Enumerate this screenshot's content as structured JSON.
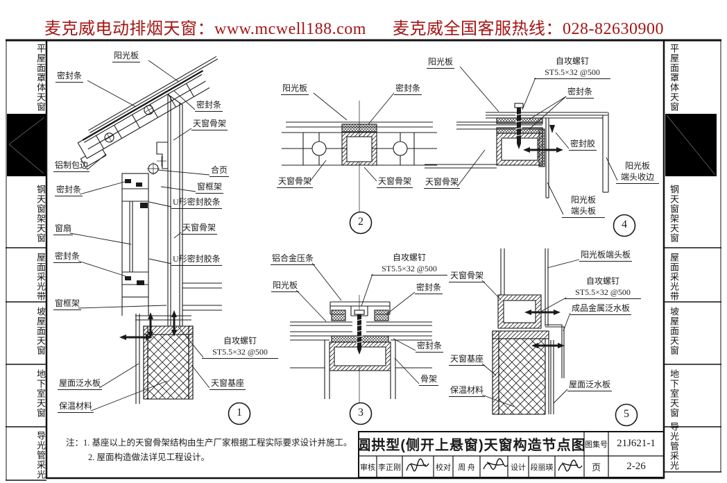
{
  "header": {
    "left_text": "麦克威电动排烟天窗：www.mcwell188.com",
    "right_text": "麦克威全国客服热线：028-82630900",
    "accent_color": "#a51414"
  },
  "sidebar": {
    "items": [
      "平屋面罩体天窗",
      "钢天窗架天窗",
      "屋面采光带",
      "坡屋面天窗",
      "地下室天窗",
      "导光管采光"
    ]
  },
  "details": [
    {
      "number": "1",
      "labels": [
        {
          "text": "阳光板"
        },
        {
          "text": "密封条"
        },
        {
          "text": "密封条"
        },
        {
          "text": "天窗骨架"
        },
        {
          "text": "铝制包边"
        },
        {
          "text": "合页"
        },
        {
          "text": "窗框架"
        },
        {
          "text": "U形密封胶条"
        },
        {
          "text": "密封条"
        },
        {
          "text": "窗扇"
        },
        {
          "text": "天窗骨架"
        },
        {
          "text": "密封条"
        },
        {
          "text": "U形密封胶条"
        },
        {
          "text": "窗框架"
        },
        {
          "text": "自攻螺钉",
          "text2": "ST5.5×32 @500"
        },
        {
          "text": "屋面泛水板"
        },
        {
          "text": "天窗基座"
        },
        {
          "text": "保温材料"
        }
      ]
    },
    {
      "number": "2",
      "labels": [
        {
          "text": "阳光板"
        },
        {
          "text": "密封条"
        },
        {
          "text": "天窗骨架"
        },
        {
          "text": "天窗骨架"
        }
      ]
    },
    {
      "number": "3",
      "labels": [
        {
          "text": "铝合金压条"
        },
        {
          "text": "自攻螺钉",
          "text2": "ST5.5×32 @500"
        },
        {
          "text": "阳光板"
        },
        {
          "text": "密封条"
        },
        {
          "text": "密封条"
        },
        {
          "text": "骨架"
        }
      ]
    },
    {
      "number": "4",
      "labels": [
        {
          "text": "阳光板"
        },
        {
          "text": "自攻螺钉",
          "text2": "ST5.5×32 @500"
        },
        {
          "text": "密封条"
        },
        {
          "text": "密封胶"
        },
        {
          "text": "阳光板",
          "text2": "端头收边"
        },
        {
          "text": "天窗骨架"
        },
        {
          "text": "阳光板",
          "text2": "端头板"
        }
      ]
    },
    {
      "number": "5",
      "labels": [
        {
          "text": "阳光板端头板"
        },
        {
          "text": "天窗骨架"
        },
        {
          "text": "自攻螺钉",
          "text2": "ST5.5×32 @500"
        },
        {
          "text": "成品金属泛水板"
        },
        {
          "text": "天窗基座"
        },
        {
          "text": "保温材料"
        },
        {
          "text": "屋面泛水板"
        }
      ]
    }
  ],
  "notes": {
    "prefix": "注：",
    "line1": "1. 基座以上的天窗骨架结构由生产厂家根据工程实际要求设计并施工。",
    "line2": "2. 屋面构造做法详见工程设计。"
  },
  "title_block": {
    "title": "圆拱型(侧开上悬窗)天窗构造节点图",
    "atlas_label": "图集号",
    "atlas_number": "21J621-1",
    "page_label": "页",
    "page_number": "2-26",
    "reviewer_label": "审核",
    "reviewer_name": "李正刚",
    "checker_label": "校对",
    "checker_name": "周 舟",
    "designer_label": "设计",
    "designer_name": "段丽瑛"
  }
}
